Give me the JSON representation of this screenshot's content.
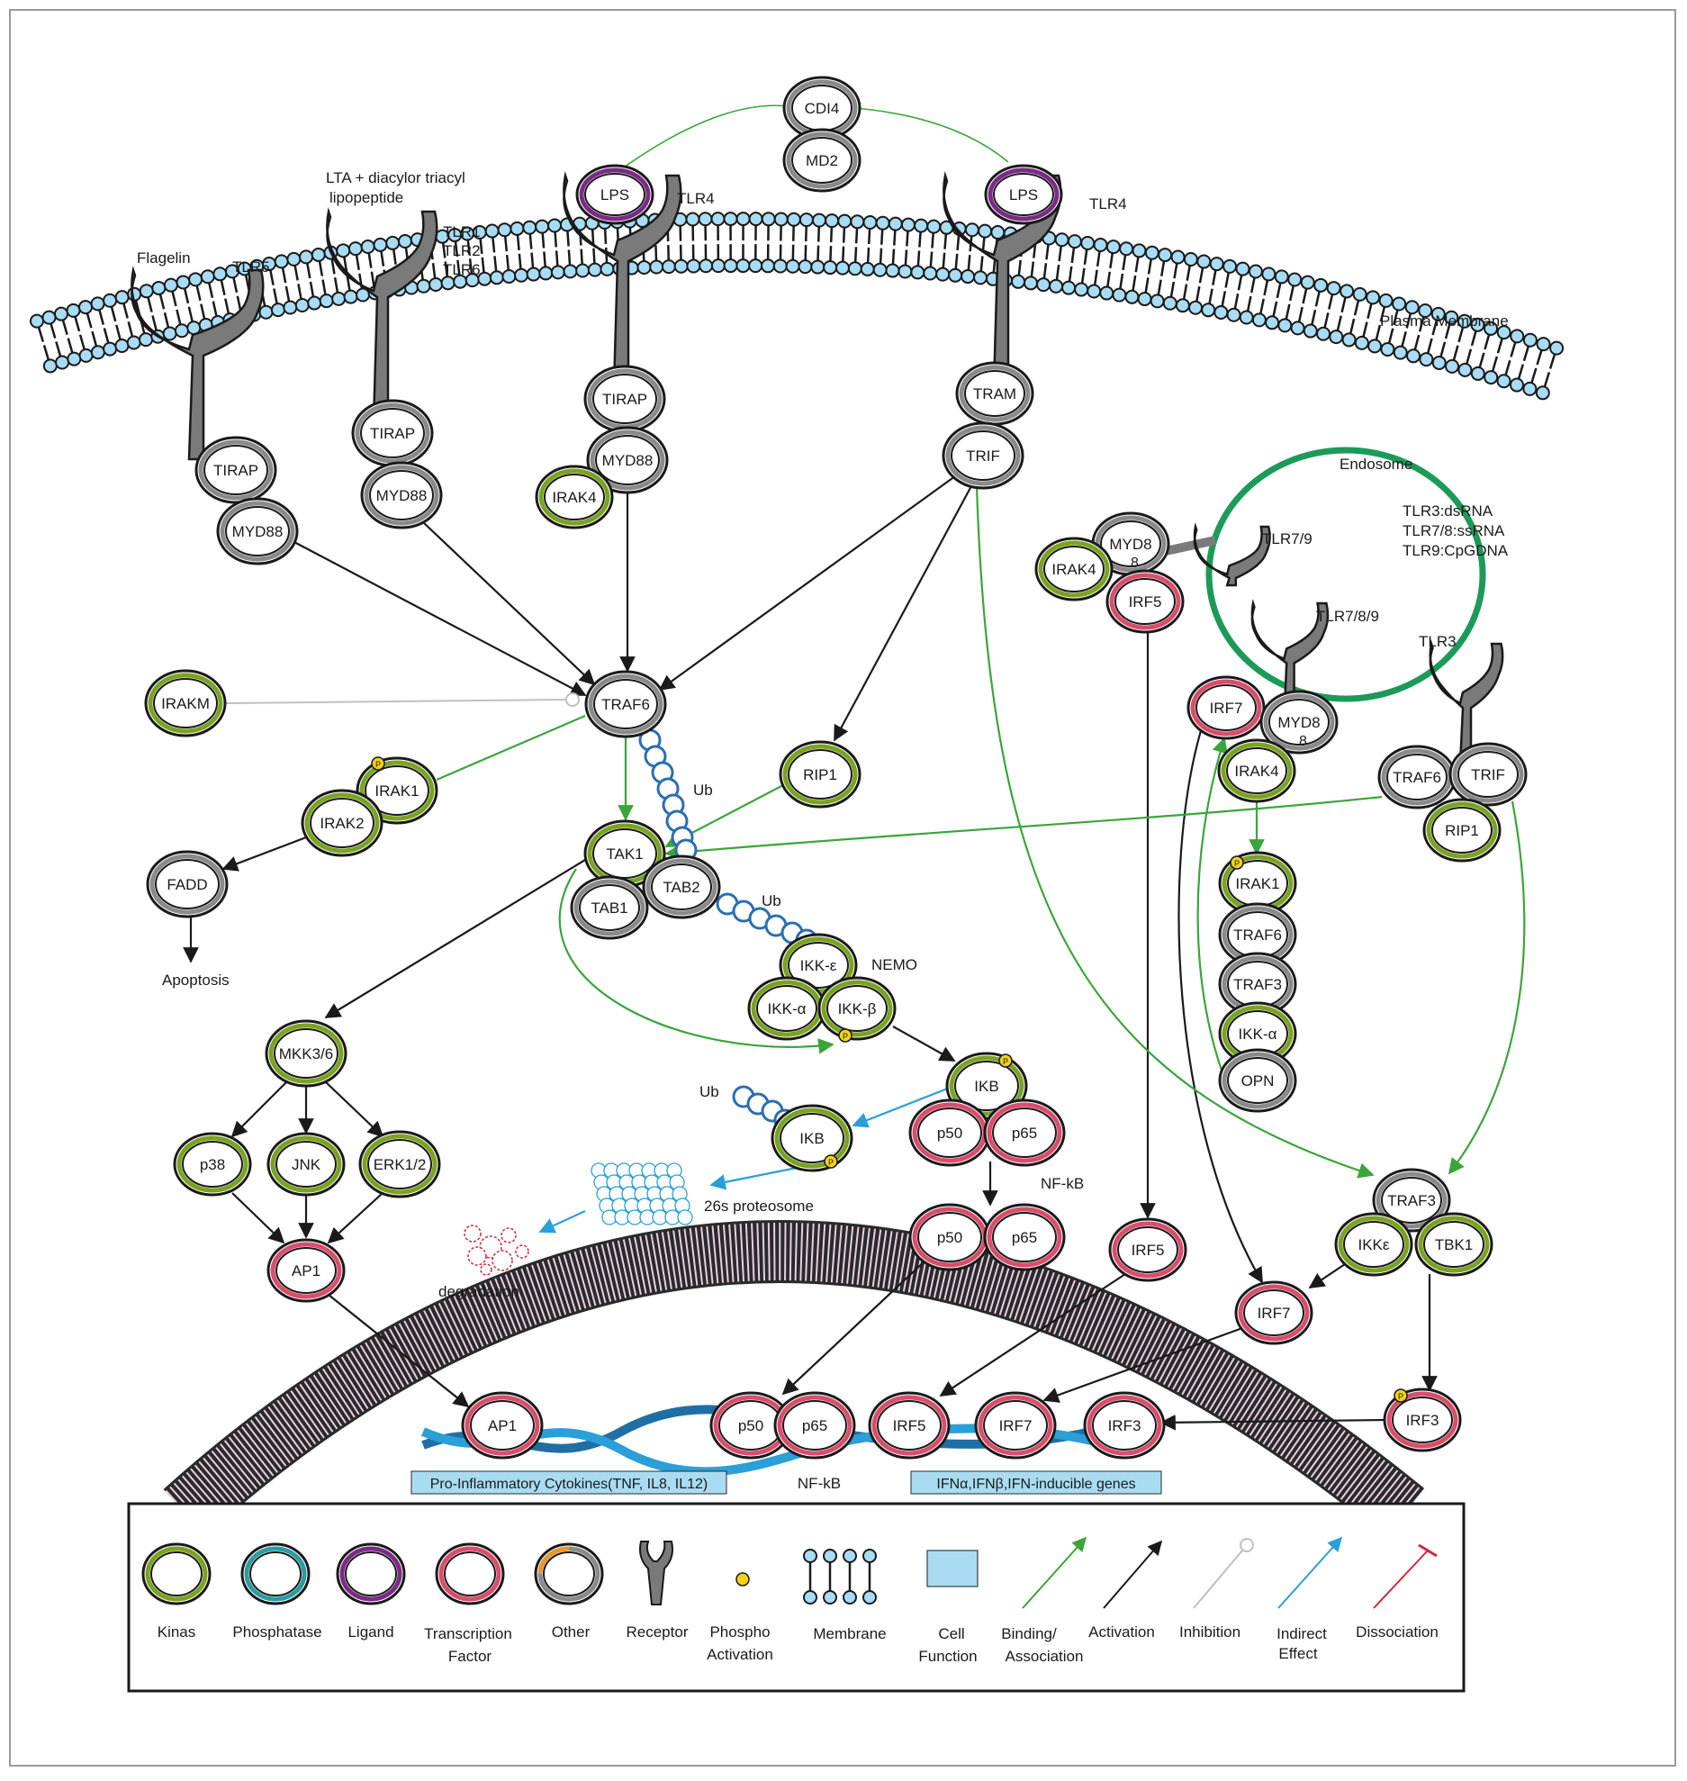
{
  "colors": {
    "kinase": "#7aa320",
    "phosphatase": "#2a9da3",
    "ligand": "#7b2a86",
    "tf": "#d94e6b",
    "other": "#8a8a8a",
    "other_accent": "#e69a2e",
    "binding": "#3aa53a",
    "activation": "#1a1a1a",
    "inhibition": "#c0c0c0",
    "indirect": "#2a9fd8",
    "dissociation": "#d0283a",
    "membrane_head": "#a8dcf4",
    "endosome": "#1d9a5a",
    "ub": "#2a6fb0",
    "function_box": "#a9dcf2",
    "nucleus_fill": "#e8cfe0"
  },
  "ligands": {
    "flagelin": "Flagelin",
    "lta_line1": "LTA + diacylor triacyl",
    "lta_line2": "lipopeptide",
    "lps": "LPS",
    "cdi4": "CDI4",
    "md2": "MD2"
  },
  "receptors": {
    "tlr5": "TLR5",
    "tlr1": "TLR1",
    "tlr2": "TLR2",
    "tlr6": "TLR6",
    "tlr4": "TLR4",
    "tlr79": "TLR7/9",
    "tlr789": "TLR7/8/9",
    "tlr3": "TLR3"
  },
  "labels": {
    "plasma_membrane": "Plasma Membrane",
    "endosome": "Endosome",
    "endosome_line1": "TLR3:dsRNA",
    "endosome_line2": "TLR7/8:ssRNA",
    "endosome_line3": "TLR9:CpGDNA",
    "ub": "Ub",
    "nemo": "NEMO",
    "apoptosis": "Apoptosis",
    "proteosome": "26s proteosome",
    "degradation": "degradation",
    "nfkb": "NF-kB"
  },
  "nodes": {
    "tirap": "TIRAP",
    "myd88": "MYD88",
    "myd8": "MYD8",
    "eight": "8",
    "tram": "TRAM",
    "trif": "TRIF",
    "irak4": "IRAK4",
    "irak1": "IRAK1",
    "irak2": "IRAK2",
    "irakm": "IRAKM",
    "traf6": "TRAF6",
    "traf3": "TRAF3",
    "fadd": "FADD",
    "rip1": "RIP1",
    "tak1": "TAK1",
    "tab1": "TAB1",
    "tab2": "TAB2",
    "ikke": "IKK-ε",
    "ikka": "IKK-α",
    "ikkb": "IKK-β",
    "ikb": "IKB",
    "p50": "p50",
    "p65": "p65",
    "mkk36": "MKK3/6",
    "p38": "p38",
    "jnk": "JNK",
    "erk": "ERK1/2",
    "ap1": "AP1",
    "irf5": "IRF5",
    "irf7": "IRF7",
    "irf3": "IRF3",
    "opn": "OPN",
    "ikkepsilon": "IKKε",
    "tbk1": "TBK1"
  },
  "functions": {
    "proinflammatory": "Pro-Inflammatory Cytokines(TNF, IL8, IL12)",
    "nfkb": "NF-kB",
    "ifn": "IFNα,IFNβ,IFN-inducible genes"
  },
  "legend": {
    "kinas": "Kinas",
    "phosphatase": "Phosphatase",
    "ligand": "Ligand",
    "tf_line1": "Transcription",
    "tf_line2": "Factor",
    "other": "Other",
    "receptor": "Receptor",
    "phospho_line1": "Phospho",
    "phospho_line2": "Activation",
    "membrane": "Membrane",
    "cell_line1": "Cell",
    "cell_line2": "Function",
    "binding_line1": "Binding/",
    "binding_line2": "Association",
    "activation": "Activation",
    "inhibition": "Inhibition",
    "indirect_line1": "Indirect",
    "indirect_line2": "Effect",
    "dissociation": "Dissociation"
  }
}
